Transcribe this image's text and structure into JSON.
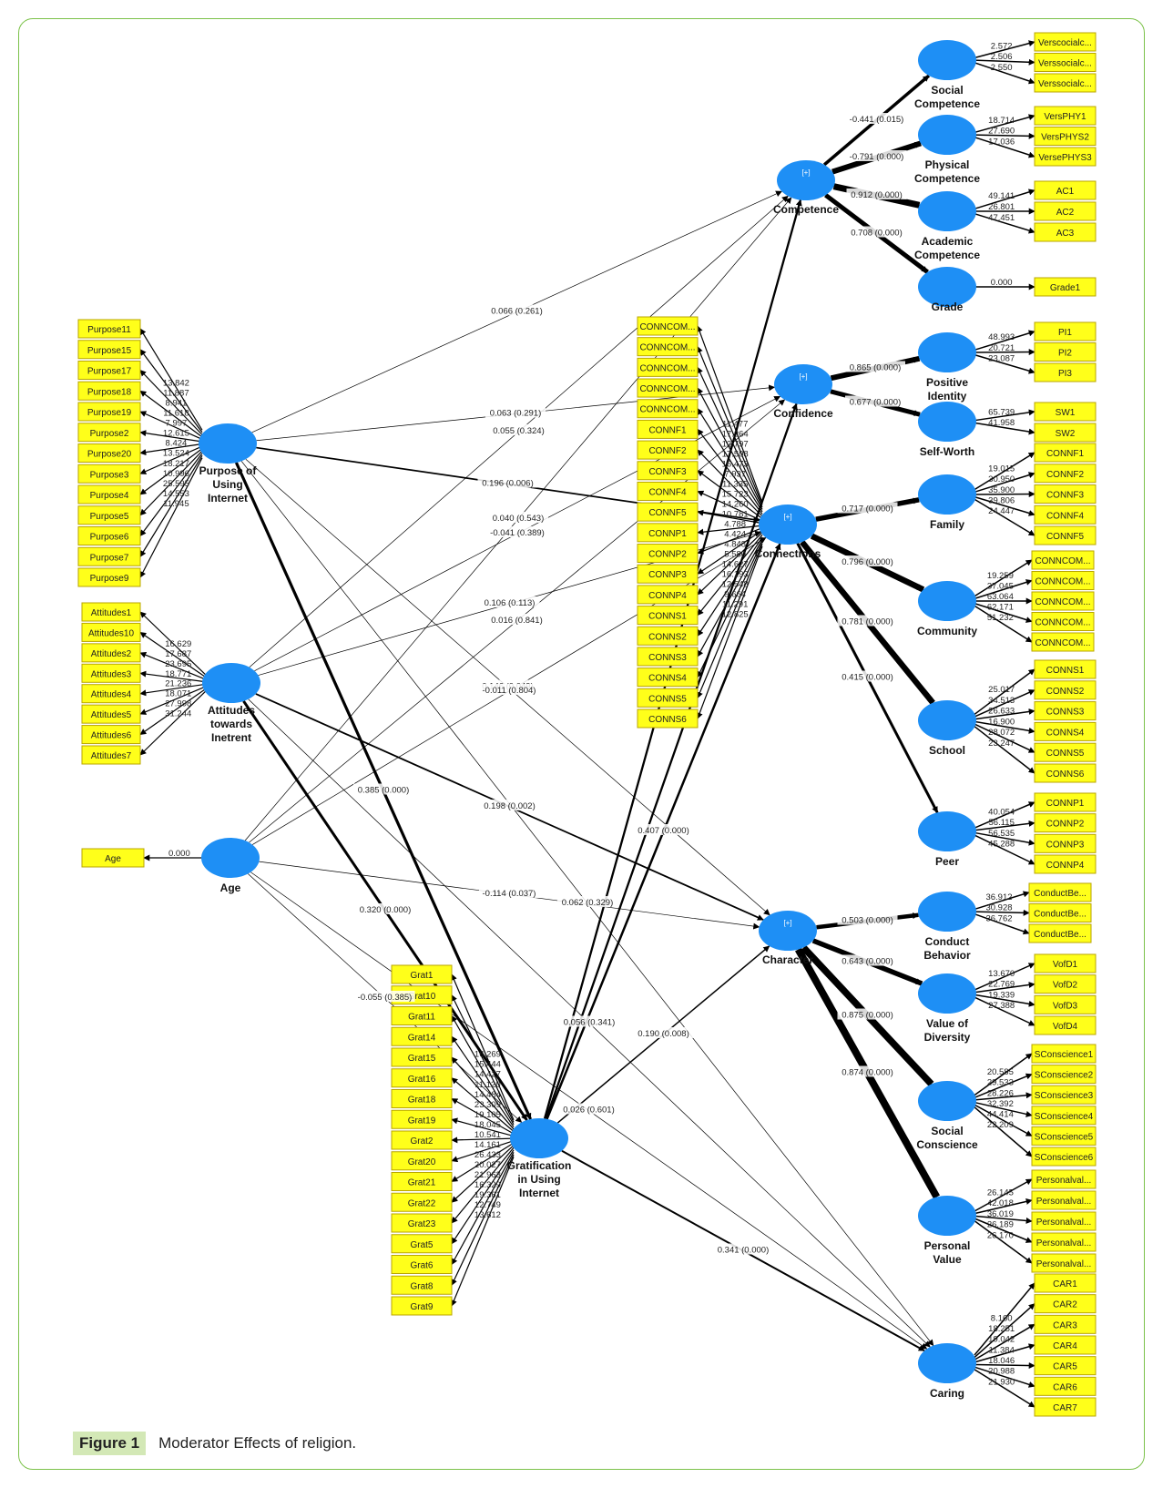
{
  "figure": {
    "caption_label": "Figure 1",
    "caption_text": "Moderator Effects of religion."
  },
  "colors": {
    "node": "#1e8ff5",
    "indicator_fill": "#ffff1a",
    "indicator_border": "#b8a500",
    "path": "#000000",
    "frame": "#7cc24a",
    "caption_tag": "#d3e8b6"
  },
  "constructs": [
    {
      "id": "SC",
      "label": [
        "Social",
        "Competence"
      ]
    },
    {
      "id": "PC",
      "label": [
        "Physical",
        "Competence"
      ]
    },
    {
      "id": "AC",
      "label": [
        "Academic",
        "Competence"
      ]
    },
    {
      "id": "GR",
      "label": [
        "Grade"
      ]
    },
    {
      "id": "COMP",
      "label": [
        "Competence"
      ],
      "badge": "[+]"
    },
    {
      "id": "PI",
      "label": [
        "Positive",
        "Identity"
      ]
    },
    {
      "id": "CONF",
      "label": [
        "Confidence"
      ],
      "badge": "[+]"
    },
    {
      "id": "SW",
      "label": [
        "Self-Worth"
      ]
    },
    {
      "id": "FAM",
      "label": [
        "Family"
      ]
    },
    {
      "id": "CONN",
      "label": [
        "Connections"
      ],
      "badge": "[+]"
    },
    {
      "id": "COMM",
      "label": [
        "Community"
      ]
    },
    {
      "id": "SCH",
      "label": [
        "School"
      ]
    },
    {
      "id": "PEER",
      "label": [
        "Peer"
      ]
    },
    {
      "id": "CB",
      "label": [
        "Conduct",
        "Behavior"
      ]
    },
    {
      "id": "CHAR",
      "label": [
        "Character"
      ],
      "badge": "[+]"
    },
    {
      "id": "VD",
      "label": [
        "Value of",
        "Diversity"
      ]
    },
    {
      "id": "SCON",
      "label": [
        "Social",
        "Conscience"
      ]
    },
    {
      "id": "PV",
      "label": [
        "Personal",
        "Value"
      ]
    },
    {
      "id": "CAR",
      "label": [
        "Caring"
      ]
    },
    {
      "id": "PUI",
      "label": [
        "Purpose of",
        "Using",
        "Internet"
      ]
    },
    {
      "id": "ATI",
      "label": [
        "Attitudes",
        "towards",
        "Inetrent"
      ]
    },
    {
      "id": "AGE",
      "label": [
        "Age"
      ]
    },
    {
      "id": "GUI",
      "label": [
        "Gratification",
        "in Using",
        "Internet"
      ]
    }
  ],
  "indicator_groups": [
    {
      "construct": "PUI",
      "side": "left",
      "items": [
        {
          "label": "Purpose11",
          "loading": "13.842"
        },
        {
          "label": "Purpose15",
          "loading": "11.887"
        },
        {
          "label": "Purpose17",
          "loading": "8.941"
        },
        {
          "label": "Purpose18",
          "loading": "11.618"
        },
        {
          "label": "Purpose19",
          "loading": "7.997"
        },
        {
          "label": "Purpose2",
          "loading": "12.615"
        },
        {
          "label": "Purpose20",
          "loading": "8.424"
        },
        {
          "label": "Purpose3",
          "loading": "13.524"
        },
        {
          "label": "Purpose4",
          "loading": "18.217"
        },
        {
          "label": "Purpose5",
          "loading": "10.996"
        },
        {
          "label": "Purpose6",
          "loading": "25.595"
        },
        {
          "label": "Purpose7",
          "loading": "14.553"
        },
        {
          "label": "Purpose9",
          "loading": "11.945"
        }
      ]
    },
    {
      "construct": "ATI",
      "side": "left",
      "items": [
        {
          "label": "Attitudes1",
          "loading": "16.629"
        },
        {
          "label": "Attitudes10",
          "loading": "17.687"
        },
        {
          "label": "Attitudes2",
          "loading": "23.695"
        },
        {
          "label": "Attitudes3",
          "loading": "18.771"
        },
        {
          "label": "Attitudes4",
          "loading": "21.236"
        },
        {
          "label": "Attitudes5",
          "loading": "18.071"
        },
        {
          "label": "Attitudes6",
          "loading": "27.998"
        },
        {
          "label": "Attitudes7",
          "loading": "31.244"
        }
      ]
    },
    {
      "construct": "AGE",
      "side": "left",
      "items": [
        {
          "label": "Age",
          "loading": "0.000"
        }
      ]
    },
    {
      "construct": "GUI",
      "side": "left",
      "items": [
        {
          "label": "Grat1",
          "loading": "16.269"
        },
        {
          "label": "Grat10",
          "loading": "15.444"
        },
        {
          "label": "Grat11",
          "loading": "14.427"
        },
        {
          "label": "Grat14",
          "loading": "11.120"
        },
        {
          "label": "Grat15",
          "loading": "14.484"
        },
        {
          "label": "Grat16",
          "loading": "23.309"
        },
        {
          "label": "Grat18",
          "loading": "19.105"
        },
        {
          "label": "Grat19",
          "loading": "18.045"
        },
        {
          "label": "Grat2",
          "loading": "10.541"
        },
        {
          "label": "Grat20",
          "loading": "14.161"
        },
        {
          "label": "Grat21",
          "loading": "26.433"
        },
        {
          "label": "Grat22",
          "loading": "20.027"
        },
        {
          "label": "Grat23",
          "loading": "21.963"
        },
        {
          "label": "Grat5",
          "loading": "16.329"
        },
        {
          "label": "Grat6",
          "loading": "19.361"
        },
        {
          "label": "Grat8",
          "loading": "12.749"
        },
        {
          "label": "Grat9",
          "loading": "13.612"
        }
      ]
    },
    {
      "construct": "CONN",
      "side": "left",
      "items": [
        {
          "label": "CONNCOM...",
          "loading": "11.477"
        },
        {
          "label": "CONNCOM...",
          "loading": "17.264"
        },
        {
          "label": "CONNCOM...",
          "loading": "12.797"
        },
        {
          "label": "CONNCOM...",
          "loading": "17.508"
        },
        {
          "label": "CONNCOM...",
          "loading": "16.473"
        },
        {
          "label": "CONNF1",
          "loading": "7.937"
        },
        {
          "label": "CONNF2",
          "loading": "11.335"
        },
        {
          "label": "CONNF3",
          "loading": "15.723"
        },
        {
          "label": "CONNF4",
          "loading": "14.260"
        },
        {
          "label": "CONNF5",
          "loading": "10.781"
        },
        {
          "label": "CONNP1",
          "loading": "4.788"
        },
        {
          "label": "CONNP2",
          "loading": "4.424"
        },
        {
          "label": "CONNP3",
          "loading": "4.848"
        },
        {
          "label": "CONNP4",
          "loading": "5.580"
        },
        {
          "label": "CONNS1",
          "loading": "14.627"
        },
        {
          "label": "CONNS2",
          "loading": "16.193"
        },
        {
          "label": "CONNS3",
          "loading": "12.548"
        },
        {
          "label": "CONNS4",
          "loading": "9.664"
        },
        {
          "label": "CONNS5",
          "loading": "11.291"
        },
        {
          "label": "CONNS6",
          "loading": "12.825"
        }
      ]
    },
    {
      "construct": "SC",
      "side": "right",
      "items": [
        {
          "label": "Verscocialc...",
          "loading": "2.572"
        },
        {
          "label": "Verssocialc...",
          "loading": "2.506"
        },
        {
          "label": "Verssocialc...",
          "loading": "2.550"
        }
      ]
    },
    {
      "construct": "PC",
      "side": "right",
      "items": [
        {
          "label": "VersPHY1",
          "loading": "18.714"
        },
        {
          "label": "VersPHYS2",
          "loading": "27.690"
        },
        {
          "label": "VersePHYS3",
          "loading": "17.036"
        }
      ]
    },
    {
      "construct": "AC",
      "side": "right",
      "items": [
        {
          "label": "AC1",
          "loading": "49.141"
        },
        {
          "label": "AC2",
          "loading": "26.801"
        },
        {
          "label": "AC3",
          "loading": "47.451"
        }
      ]
    },
    {
      "construct": "GR",
      "side": "right",
      "items": [
        {
          "label": "Grade1",
          "loading": "0.000"
        }
      ]
    },
    {
      "construct": "PI",
      "side": "right",
      "items": [
        {
          "label": "PI1",
          "loading": "48.993"
        },
        {
          "label": "PI2",
          "loading": "20.721"
        },
        {
          "label": "PI3",
          "loading": "23.087"
        }
      ]
    },
    {
      "construct": "SW",
      "side": "right",
      "items": [
        {
          "label": "SW1",
          "loading": "65.739"
        },
        {
          "label": "SW2",
          "loading": "41.958"
        }
      ]
    },
    {
      "construct": "FAM",
      "side": "right",
      "items": [
        {
          "label": "CONNF1",
          "loading": "19.015"
        },
        {
          "label": "CONNF2",
          "loading": "30.950"
        },
        {
          "label": "CONNF3",
          "loading": "35.900"
        },
        {
          "label": "CONNF4",
          "loading": "39.806"
        },
        {
          "label": "CONNF5",
          "loading": "24.447"
        }
      ]
    },
    {
      "construct": "COMM",
      "side": "right",
      "items": [
        {
          "label": "CONNCOM...",
          "loading": "19.259"
        },
        {
          "label": "CONNCOM...",
          "loading": "37.045"
        },
        {
          "label": "CONNCOM...",
          "loading": "63.064"
        },
        {
          "label": "CONNCOM...",
          "loading": "62.171"
        },
        {
          "label": "CONNCOM...",
          "loading": "51.232"
        }
      ]
    },
    {
      "construct": "SCH",
      "side": "right",
      "items": [
        {
          "label": "CONNS1",
          "loading": "25.017"
        },
        {
          "label": "CONNS2",
          "loading": "34.513"
        },
        {
          "label": "CONNS3",
          "loading": "26.633"
        },
        {
          "label": "CONNS4",
          "loading": "16.900"
        },
        {
          "label": "CONNS5",
          "loading": "28.072"
        },
        {
          "label": "CONNS6",
          "loading": "23.247"
        }
      ]
    },
    {
      "construct": "PEER",
      "side": "right",
      "items": [
        {
          "label": "CONNP1",
          "loading": "40.054"
        },
        {
          "label": "CONNP2",
          "loading": "56.115"
        },
        {
          "label": "CONNP3",
          "loading": "56.535"
        },
        {
          "label": "CONNP4",
          "loading": "45.288"
        }
      ]
    },
    {
      "construct": "CB",
      "side": "right",
      "items": [
        {
          "label": "ConductBe...",
          "loading": "36.912"
        },
        {
          "label": "ConductBe...",
          "loading": "30.928"
        },
        {
          "label": "ConductBe...",
          "loading": "36.762"
        }
      ]
    },
    {
      "construct": "VD",
      "side": "right",
      "items": [
        {
          "label": "VofD1",
          "loading": "13.670"
        },
        {
          "label": "VofD2",
          "loading": "22.769"
        },
        {
          "label": "VofD3",
          "loading": "19.339"
        },
        {
          "label": "VofD4",
          "loading": "27.388"
        }
      ]
    },
    {
      "construct": "SCON",
      "side": "right",
      "items": [
        {
          "label": "SConscience1",
          "loading": "20.585"
        },
        {
          "label": "SConscience2",
          "loading": "29.533"
        },
        {
          "label": "SConscience3",
          "loading": "28.226"
        },
        {
          "label": "SConscience4",
          "loading": "32.392"
        },
        {
          "label": "SConscience5",
          "loading": "44.414"
        },
        {
          "label": "SConscience6",
          "loading": "22.209"
        }
      ]
    },
    {
      "construct": "PV",
      "side": "right",
      "items": [
        {
          "label": "Personalval...",
          "loading": "26.145"
        },
        {
          "label": "Personalval...",
          "loading": "42.018"
        },
        {
          "label": "Personalval...",
          "loading": "36.019"
        },
        {
          "label": "Personalval...",
          "loading": "26.189"
        },
        {
          "label": "Personalval...",
          "loading": "26.170"
        }
      ]
    },
    {
      "construct": "CAR",
      "side": "right",
      "items": [
        {
          "label": "CAR1",
          "loading": "8.160"
        },
        {
          "label": "CAR2",
          "loading": "18.251"
        },
        {
          "label": "CAR3",
          "loading": "19.042"
        },
        {
          "label": "CAR4",
          "loading": "11.384"
        },
        {
          "label": "CAR5",
          "loading": "18.046"
        },
        {
          "label": "CAR6",
          "loading": "20.988"
        },
        {
          "label": "CAR7",
          "loading": "21.930"
        }
      ]
    }
  ],
  "paths": [
    {
      "from": "COMP",
      "to": "SC",
      "label": "-0.441 (0.015)"
    },
    {
      "from": "COMP",
      "to": "PC",
      "label": "-0.791 (0.000)"
    },
    {
      "from": "COMP",
      "to": "AC",
      "label": "0.912 (0.000)"
    },
    {
      "from": "COMP",
      "to": "GR",
      "label": "0.708 (0.000)"
    },
    {
      "from": "CONF",
      "to": "PI",
      "label": "0.865 (0.000)"
    },
    {
      "from": "CONF",
      "to": "SW",
      "label": "0.677 (0.000)"
    },
    {
      "from": "CONN",
      "to": "FAM",
      "label": "0.717 (0.000)"
    },
    {
      "from": "CONN",
      "to": "COMM",
      "label": "0.796 (0.000)"
    },
    {
      "from": "CONN",
      "to": "SCH",
      "label": "0.781 (0.000)"
    },
    {
      "from": "CONN",
      "to": "PEER",
      "label": "0.415 (0.000)"
    },
    {
      "from": "CHAR",
      "to": "CB",
      "label": "0.503 (0.000)"
    },
    {
      "from": "CHAR",
      "to": "VD",
      "label": "0.643 (0.000)"
    },
    {
      "from": "CHAR",
      "to": "SCON",
      "label": "0.875 (0.000)"
    },
    {
      "from": "CHAR",
      "to": "PV",
      "label": "0.874 (0.000)"
    },
    {
      "from": "PUI",
      "to": "COMP",
      "label": "0.066 (0.261)"
    },
    {
      "from": "PUI",
      "to": "CONF",
      "label": "0.063 (0.291)"
    },
    {
      "from": "PUI",
      "to": "CONN",
      "label": "0.196 (0.006)"
    },
    {
      "from": "PUI",
      "to": "GUI",
      "label": "0.385 (0.000)"
    },
    {
      "from": "PUI",
      "to": "CHAR",
      "label": "0.146 (0.049)"
    },
    {
      "from": "PUI",
      "to": "CAR",
      "label": "0.062 (0.329)"
    },
    {
      "from": "ATI",
      "to": "COMP",
      "label": "0.055 (0.324)"
    },
    {
      "from": "ATI",
      "to": "CONF",
      "label": "-0.041 (0.389)"
    },
    {
      "from": "ATI",
      "to": "CONN",
      "label": "0.106 (0.113)"
    },
    {
      "from": "ATI",
      "to": "CHAR",
      "label": "0.198 (0.002)"
    },
    {
      "from": "ATI",
      "to": "GUI",
      "label": "0.320 (0.000)"
    },
    {
      "from": "ATI",
      "to": "CAR",
      "label": "0.056 (0.341)"
    },
    {
      "from": "AGE",
      "to": "CONF",
      "label": "0.016 (0.841)"
    },
    {
      "from": "AGE",
      "to": "CONN",
      "label": "-0.011 (0.804)"
    },
    {
      "from": "AGE",
      "to": "COMP",
      "label": "0.040 (0.543)"
    },
    {
      "from": "AGE",
      "to": "CHAR",
      "label": "-0.114 (0.037)"
    },
    {
      "from": "AGE",
      "to": "GUI",
      "label": "-0.055 (0.385)"
    },
    {
      "from": "AGE",
      "to": "CAR",
      "label": "0.026 (0.601)"
    },
    {
      "from": "GUI",
      "to": "CONN",
      "label": "0.407 (0.000)"
    },
    {
      "from": "GUI",
      "to": "CHAR",
      "label": "0.190 (0.008)"
    },
    {
      "from": "GUI",
      "to": "CAR",
      "label": "0.341 (0.000)"
    },
    {
      "from": "GUI",
      "to": "COMP",
      "label": ""
    },
    {
      "from": "GUI",
      "to": "CONF",
      "label": ""
    }
  ]
}
